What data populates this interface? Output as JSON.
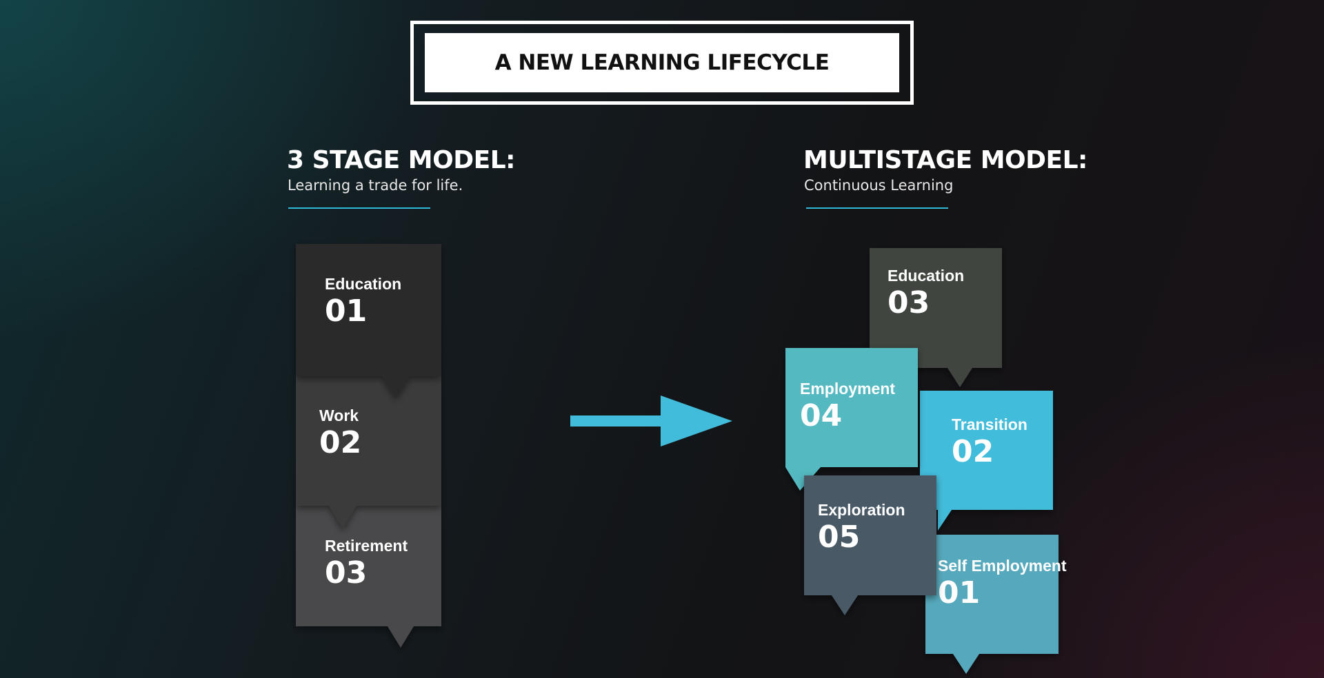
{
  "title": "A NEW LEARNING LIFECYCLE",
  "left_model": {
    "heading": "3 STAGE MODEL:",
    "subheading": "Learning a trade for life.",
    "stages": [
      {
        "label": "Education",
        "number": "01",
        "color": "#2b2b2c"
      },
      {
        "label": "Work",
        "number": "02",
        "color": "#3a3a3b"
      },
      {
        "label": "Retirement",
        "number": "03",
        "color": "#4a4a4b"
      }
    ]
  },
  "right_model": {
    "heading": "MULTISTAGE MODEL:",
    "subheading": "Continuous Learning",
    "stages": [
      {
        "label": "Education",
        "number": "03",
        "color": "#3f4540"
      },
      {
        "label": "Employment",
        "number": "04",
        "color": "#55b9c1"
      },
      {
        "label": "Transition",
        "number": "02",
        "color": "#42bcdb"
      },
      {
        "label": "Exploration",
        "number": "05",
        "color": "#4a5a66"
      },
      {
        "label": "Self Employment",
        "number": "01",
        "color": "#57a9bc"
      }
    ]
  },
  "colors": {
    "accent": "#42bcdb",
    "underline": "#2fb8d8"
  },
  "icons": {
    "transition_arrow": "right-arrow-icon"
  }
}
